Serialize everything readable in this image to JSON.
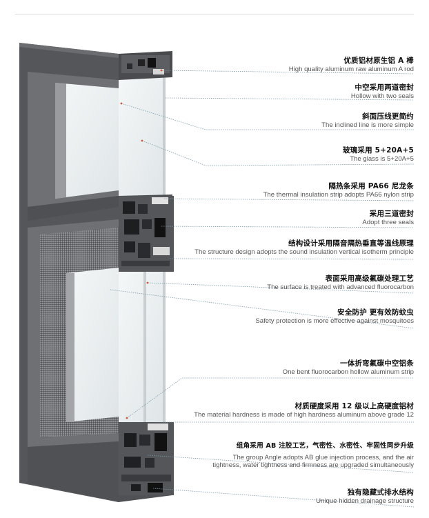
{
  "features": [
    {
      "zh": "优质铝材原生铝 A 棒",
      "en": [
        "High quality aluminum raw aluminum A rod"
      ]
    },
    {
      "zh": "中空采用两道密封",
      "en": [
        "Hollow with two seals"
      ]
    },
    {
      "zh": "斜面压线更简约",
      "en": [
        "The inclined line is more simple"
      ]
    },
    {
      "zh": "玻璃采用 5+20A+5",
      "en": [
        "The glass is 5+20A+5"
      ]
    },
    {
      "zh": "隔热条采用 PA66 尼龙条",
      "en": [
        "The thermal insulation strip adopts PA66 nylon strip"
      ]
    },
    {
      "zh": "采用三道密封",
      "en": [
        "Adopt three seals"
      ]
    },
    {
      "zh": "结构设计采用隔音隔热垂直等温线原理",
      "en": [
        "The structure design adopts the sound insulation vertical isotherm principle"
      ]
    },
    {
      "zh": "表面采用高级氟碳处理工艺",
      "en": [
        "The surface is treated with advanced fluorocarbon"
      ]
    },
    {
      "zh": "安全防护 更有效防蚊虫",
      "en": [
        "Safety protection is more effective against mosquitoes"
      ]
    },
    {
      "zh": "一体折弯氟碳中空铝条",
      "en": [
        "One bent fluorocarbon hollow aluminum strip"
      ]
    },
    {
      "zh": "材质硬度采用 12 级以上高硬度铝材",
      "en": [
        "The material hardness is made of high hardness aluminum above grade 12"
      ]
    },
    {
      "zh": "组角采用 AB 注胶工艺，气密性、水密性、牢固性同步升级",
      "en": [
        "The group Angle adopts AB glue injection process, and the air",
        "tightness, water tightness and firmness are upgraded simultaneously"
      ]
    },
    {
      "zh": "独有隐藏式排水结构",
      "en": [
        "Unique hidden drainage structure"
      ]
    }
  ],
  "colors": {
    "frame_face": "#55565a",
    "frame_side": "#3c3d40",
    "frame_inner": "#6e6f73",
    "glass": "#e9edee",
    "mesh": "#4a4b4e",
    "leader": "#7a9aaa"
  }
}
